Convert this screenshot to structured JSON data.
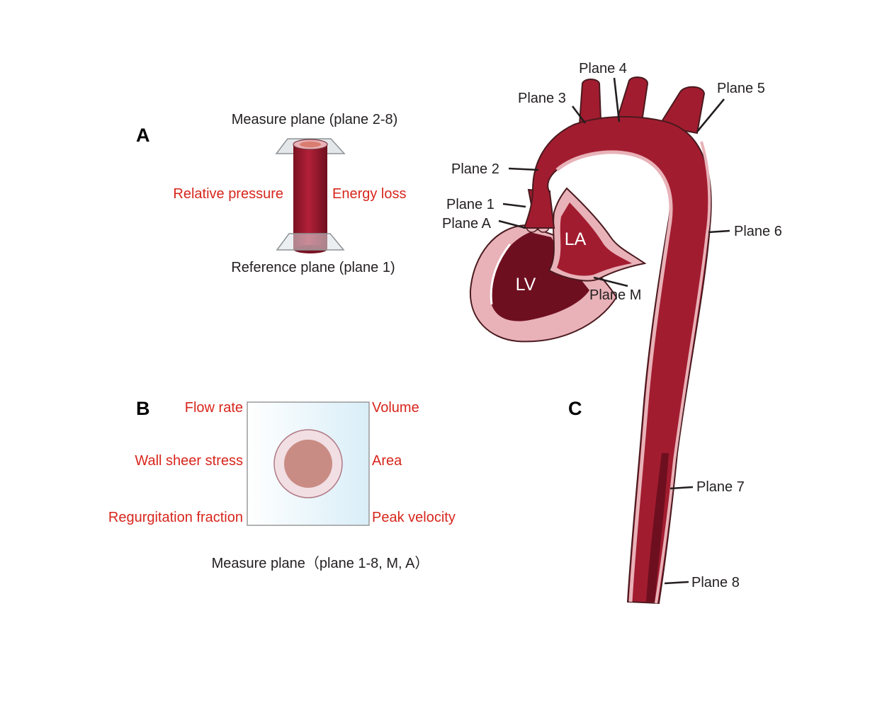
{
  "colors": {
    "vessel_red": "#a21c2f",
    "vessel_dark": "#6e0f1f",
    "vessel_outline": "#4a1a1f",
    "wall_pink": "#e8b2b8",
    "lumen_pink": "#c98c84",
    "label_red": "#d7261c",
    "plane_gray": "#dfe3e5"
  },
  "panel_a": {
    "letter": "A",
    "measure_plane": "Measure plane (plane 2-8)",
    "reference_plane": "Reference plane (plane 1)",
    "metric_left": "Relative pressure",
    "metric_right": "Energy loss"
  },
  "panel_b": {
    "letter": "B",
    "metrics_left": [
      "Flow rate",
      "Wall sheer stress",
      "Regurgitation fraction"
    ],
    "metrics_right": [
      "Volume",
      "Area",
      "Peak velocity"
    ],
    "caption": "Measure plane（plane 1-8, M, A）"
  },
  "panel_c": {
    "letter": "C",
    "chambers": {
      "la": "LA",
      "lv": "LV"
    },
    "planes": {
      "p1": "Plane 1",
      "pa": "Plane A",
      "p2": "Plane 2",
      "p3": "Plane 3",
      "p4": "Plane 4",
      "p5": "Plane 5",
      "p6": "Plane 6",
      "pm": "Plane M",
      "p7": "Plane 7",
      "p8": "Plane 8"
    }
  }
}
